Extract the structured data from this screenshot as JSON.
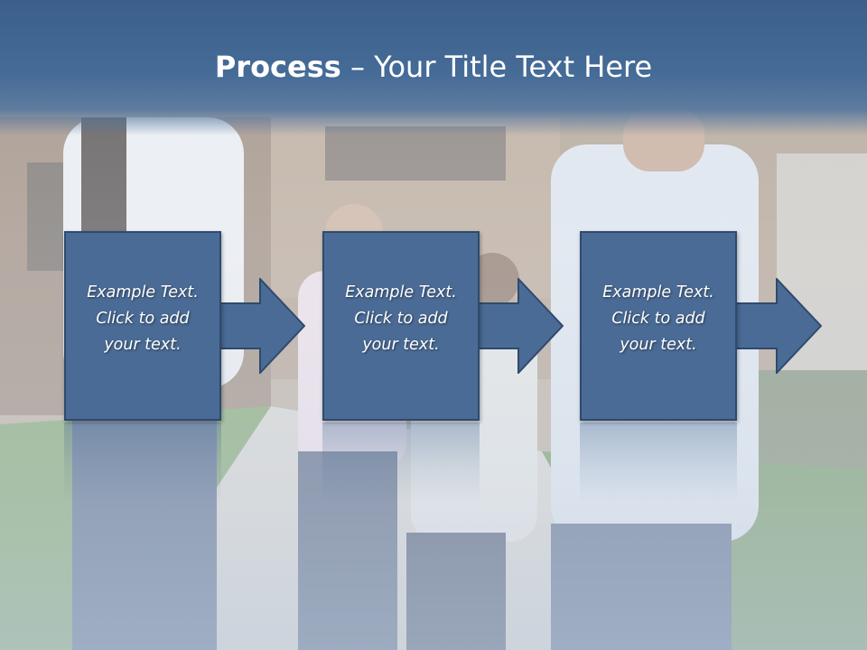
{
  "slide": {
    "title_bold": "Process",
    "title_rest": " – Your Title Text Here"
  },
  "steps": [
    {
      "line1": "Example Text.",
      "line2": "Click  to add",
      "line3": "your text."
    },
    {
      "line1": "Example Text.",
      "line2": "Click  to add",
      "line3": "your text."
    },
    {
      "line1": "Example Text.",
      "line2": "Click  to add",
      "line3": "your text."
    }
  ],
  "colors": {
    "title_bar": "#3c5f8b",
    "box_fill": "#4a6b95",
    "box_border": "#2f4a6d",
    "text": "#ffffff"
  }
}
